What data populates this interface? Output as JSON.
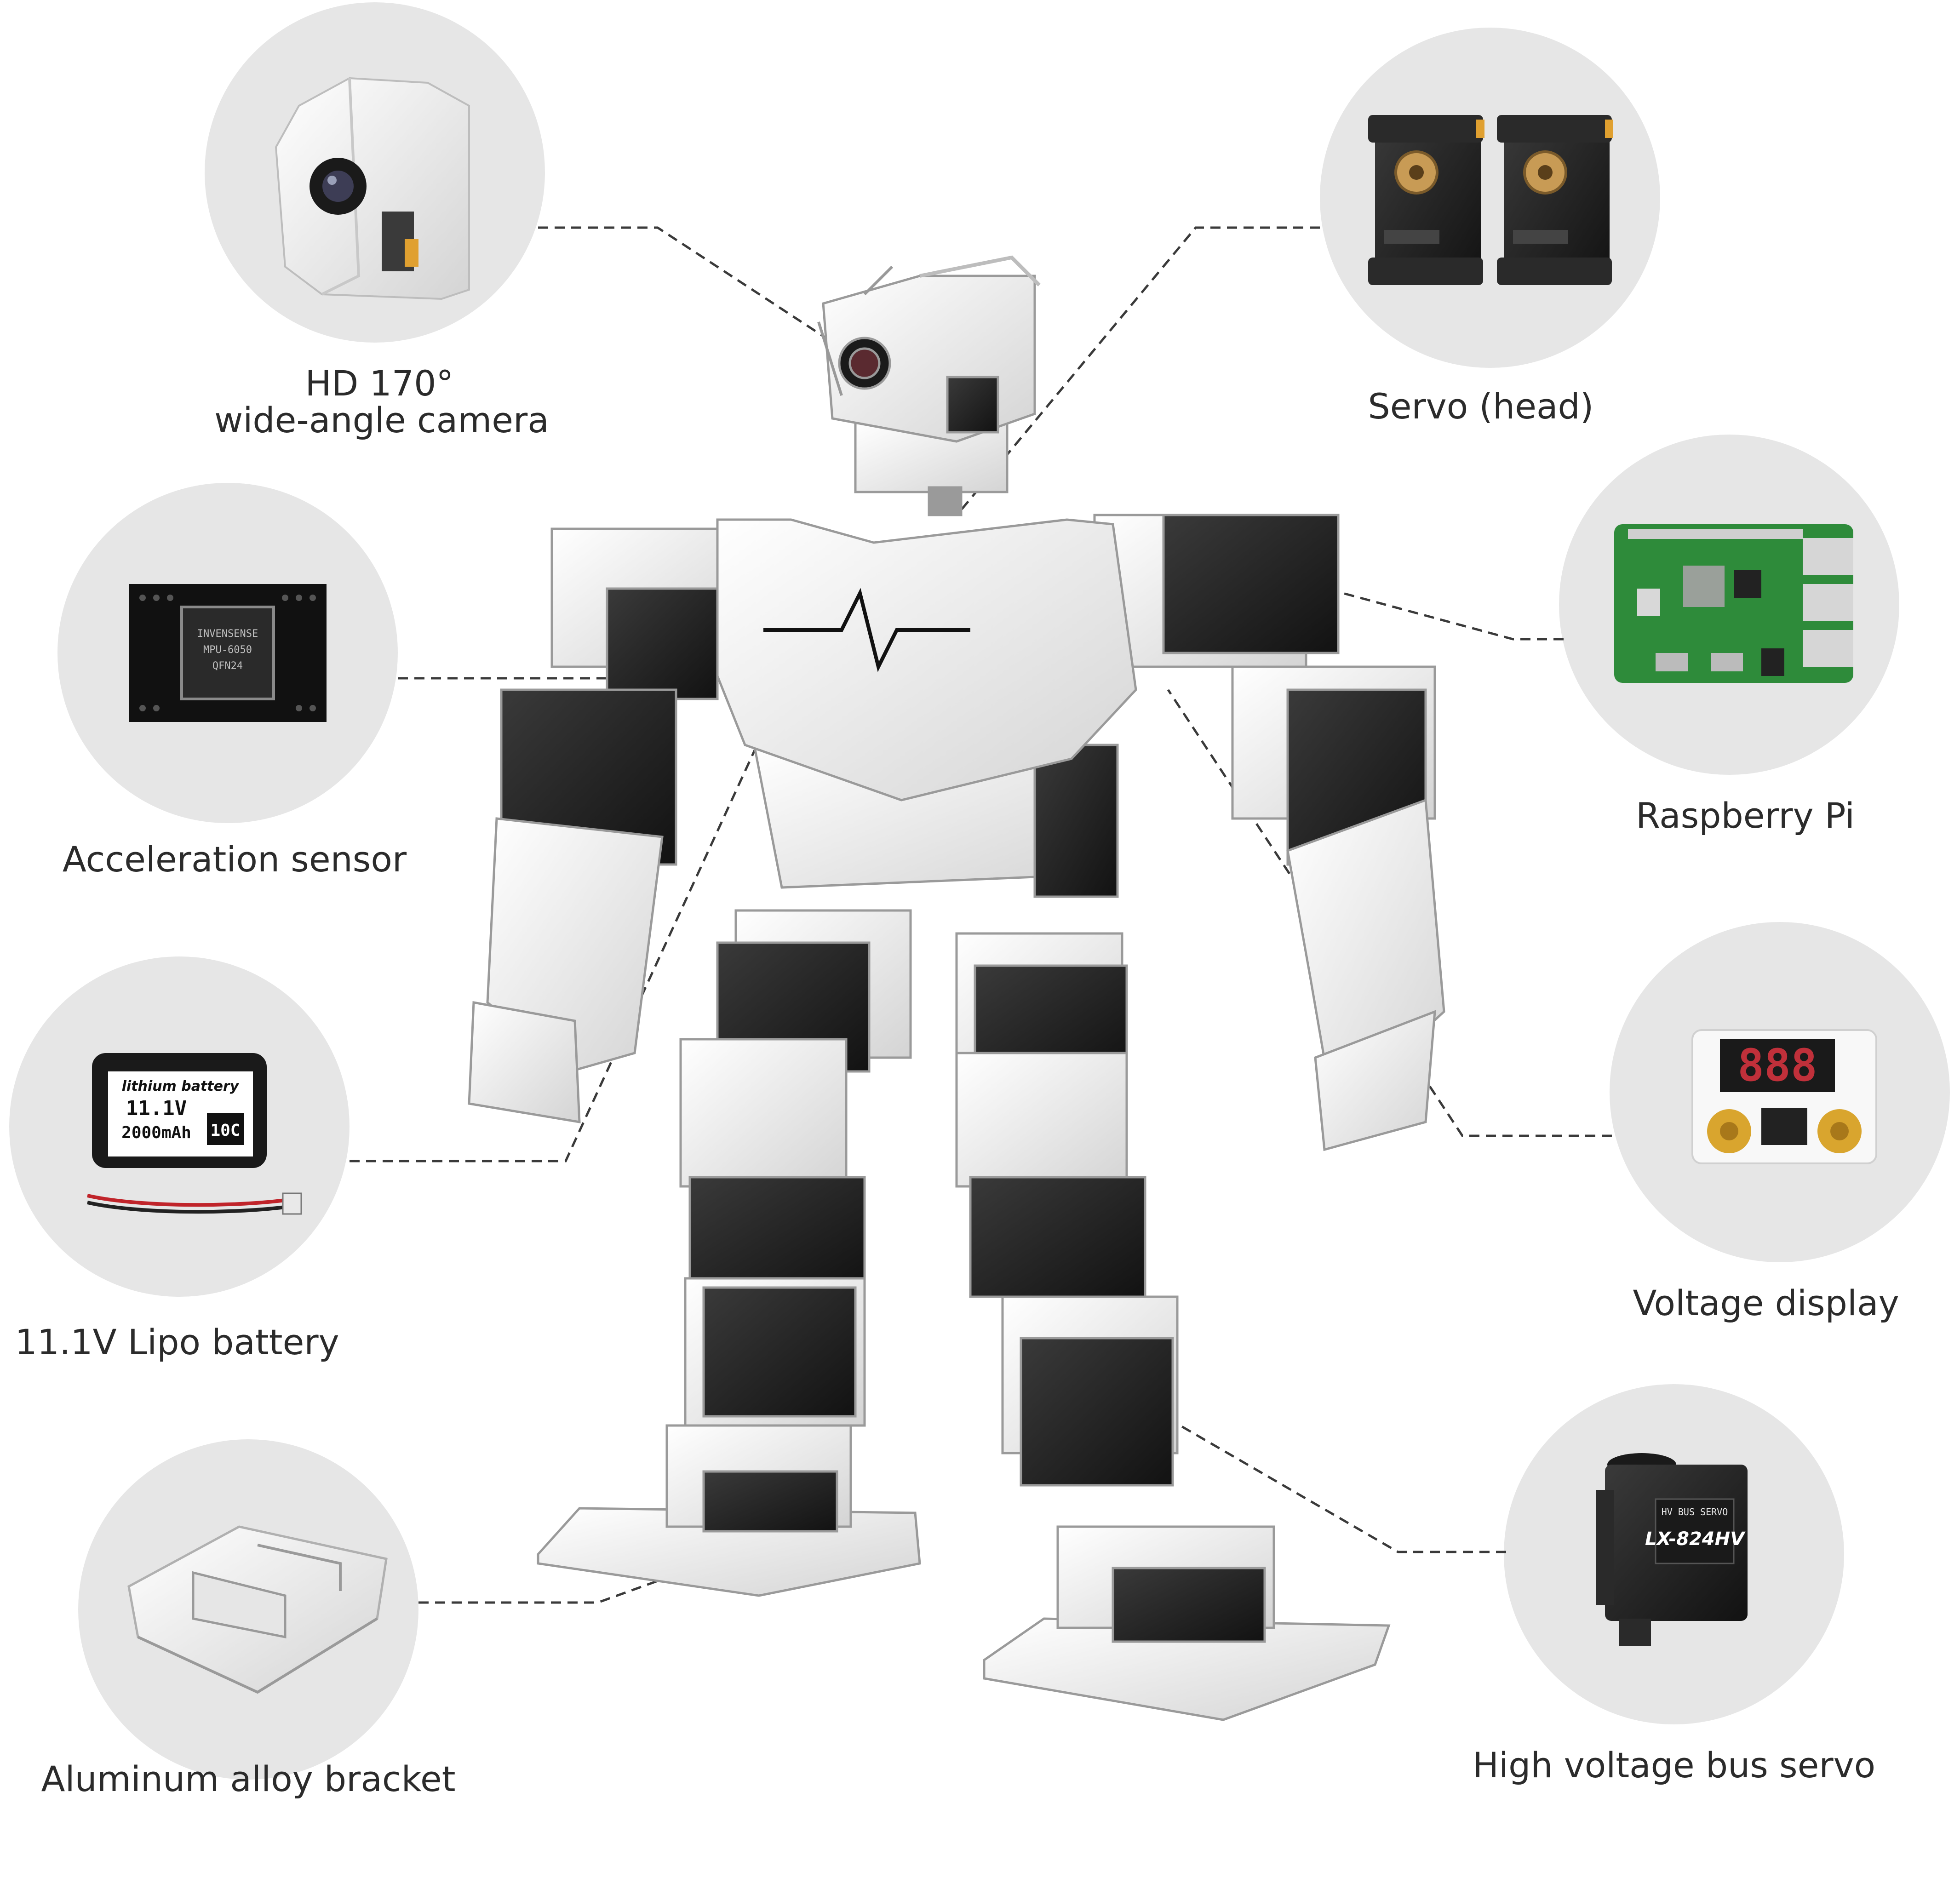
{
  "components": [
    {
      "id": "camera",
      "line1": "HD 170°",
      "line2": "wide-angle camera",
      "icon": "camera-icon"
    },
    {
      "id": "servo-head",
      "line1": "Servo (head)",
      "line2": "",
      "icon": "dual-servo-icon"
    },
    {
      "id": "accel",
      "line1": "Acceleration sensor",
      "line2": "",
      "icon": "sensor-chip-icon",
      "chip_text": [
        "INVENSENSE",
        "MPU-6050",
        "QFN24"
      ]
    },
    {
      "id": "rpi",
      "line1": "Raspberry Pi",
      "line2": "",
      "icon": "raspberry-pi-board-icon"
    },
    {
      "id": "battery",
      "line1": "11.1V Lipo battery",
      "line2": "",
      "icon": "battery-icon",
      "battery_text": [
        "lithium battery",
        "11.1V",
        "2000mAh",
        "10C"
      ]
    },
    {
      "id": "voltage",
      "line1": "Voltage display",
      "line2": "",
      "icon": "voltage-display-icon",
      "display_text": "888"
    },
    {
      "id": "bracket",
      "line1": "Aluminum alloy bracket",
      "line2": "",
      "icon": "bracket-icon"
    },
    {
      "id": "bus-servo",
      "line1": "High voltage bus servo",
      "line2": "",
      "icon": "bus-servo-icon",
      "servo_text": [
        "HV BUS SERVO",
        "LX-824HV"
      ]
    }
  ],
  "robot": {
    "icon": "humanoid-robot-icon"
  },
  "colors": {
    "circle": "#e6e6e6",
    "text": "#2b2b2b",
    "leader": "#3a3a3a",
    "servo": "#222222",
    "metal": "#f2f2f2"
  }
}
